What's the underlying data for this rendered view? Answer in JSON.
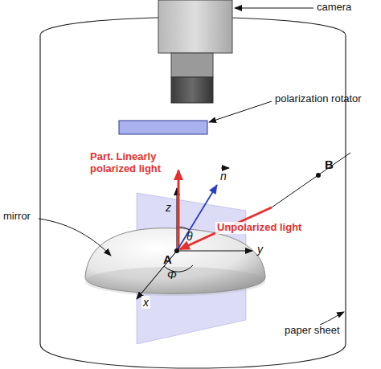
{
  "diagram": {
    "labels": [
      "camera",
      "polarization rotator",
      "Part. Linearly polarized light",
      "B",
      "n",
      "Unpolarized light",
      "z",
      "θ",
      "A",
      "y",
      "mirror",
      "x",
      "Φ",
      "paper sheet"
    ]
  }
}
